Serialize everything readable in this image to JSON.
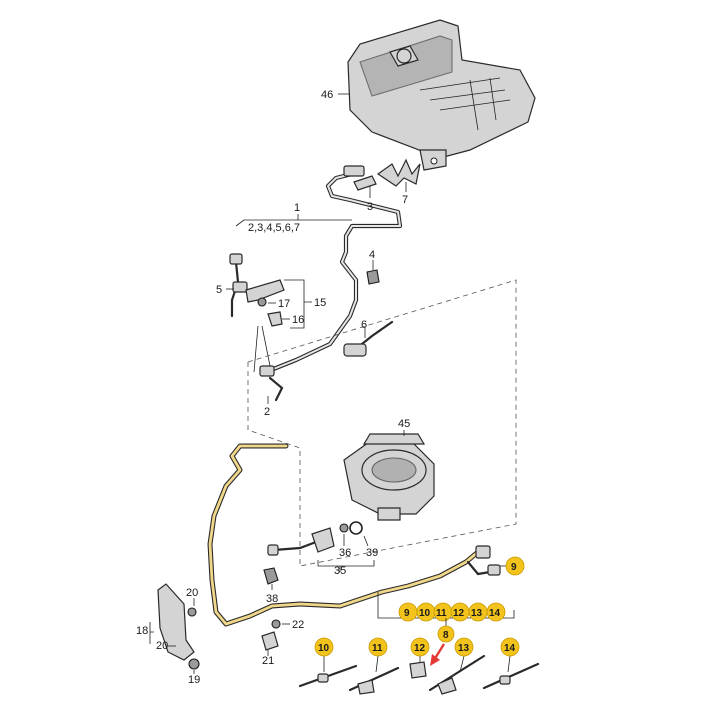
{
  "colors": {
    "badge": "#f2c31a",
    "arrow": "#e53935",
    "line": "#2a2a2a",
    "part_fill": "#d4d4d4"
  },
  "labels": {
    "p46": "46",
    "p7": "7",
    "p3": "3",
    "p1": "1",
    "group1": "2,3,4,5,6,7",
    "p4": "4",
    "p5": "5",
    "p17": "17",
    "p15": "15",
    "p16": "16",
    "p6": "6",
    "p2": "2",
    "p45": "45",
    "p36": "36",
    "p39": "39",
    "p35": "35",
    "p38": "38",
    "p9": "9",
    "group8_items": [
      "9",
      "10",
      "11",
      "12",
      "13",
      "14"
    ],
    "p8": "8",
    "p20a": "20",
    "p18": "18",
    "p20b": "20",
    "p22": "22",
    "p21": "21",
    "p19": "19",
    "p10": "10",
    "p11": "11",
    "p12": "12",
    "p13": "13",
    "p14": "14"
  }
}
